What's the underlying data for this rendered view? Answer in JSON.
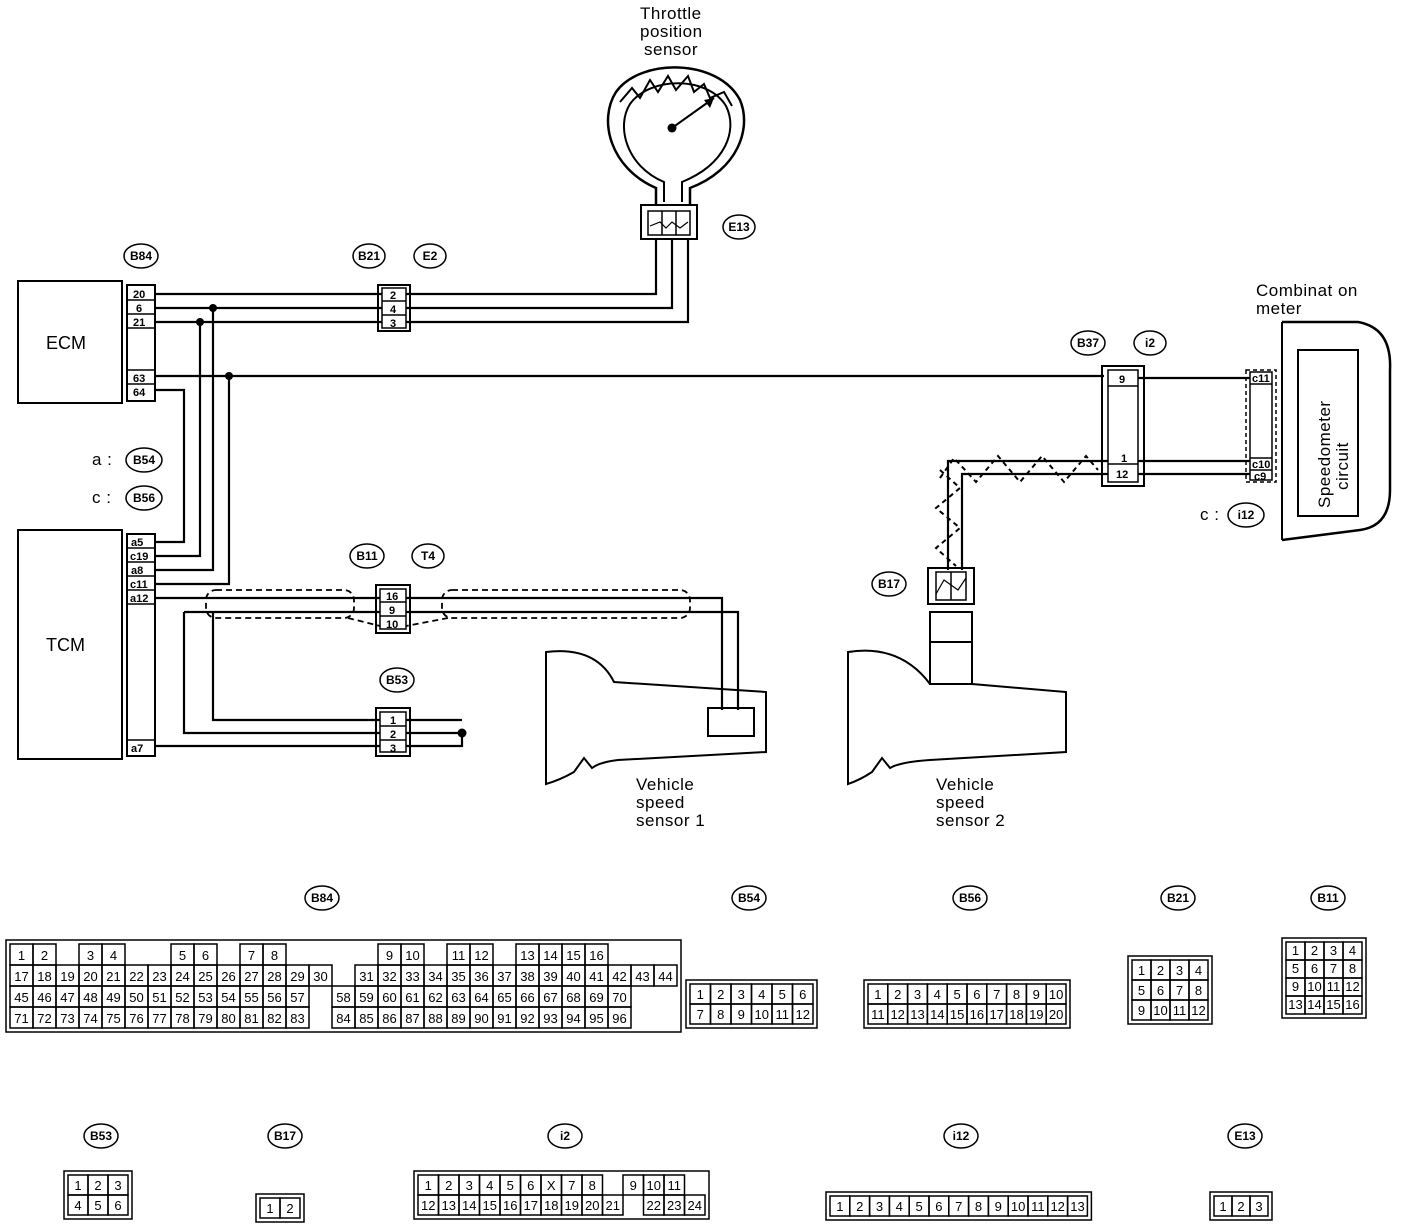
{
  "components": {
    "ecm": "ECM",
    "tcm": "TCM",
    "throttle_sensor": [
      "Throttle",
      "position",
      "sensor"
    ],
    "combination_meter": [
      "Combinat on",
      "meter"
    ],
    "speedometer": [
      "Speedometer",
      "circuit"
    ],
    "vss1": [
      "Vehicle",
      "speed",
      "sensor 1"
    ],
    "vss2": [
      "Vehicle",
      "speed",
      "sensor 2"
    ]
  },
  "wiring_tags": {
    "b84": "B84",
    "b21": "B21",
    "e2": "E2",
    "e13": "E13",
    "b37": "B37",
    "i2": "i2",
    "b11": "B11",
    "t4": "T4",
    "b53": "B53",
    "b17": "B17",
    "b54": "B54",
    "b56": "B56",
    "i12": "i12"
  },
  "legend": {
    "a_prefix": "a :",
    "a_tag": "B54",
    "c_prefix": "c :",
    "c_tag": "B56",
    "meter_prefix": "c :",
    "meter_tag": "i12"
  },
  "ecm_pins": [
    "20",
    "6",
    "21",
    "63",
    "64"
  ],
  "tcm_pins": [
    "a5",
    "c19",
    "a8",
    "c11",
    "a12",
    "a7"
  ],
  "b21_pins": [
    "2",
    "4",
    "3"
  ],
  "i2_pins": [
    "9",
    "1",
    "12"
  ],
  "meter_pins": [
    "c11",
    "c10",
    "c9"
  ],
  "b11_pins": [
    "16",
    "9",
    "10"
  ],
  "b53_pins": [
    "1",
    "2",
    "3"
  ],
  "connector_views": [
    {
      "tag": "B84",
      "rows": [
        [
          "1",
          "2",
          "",
          "3",
          "4",
          "",
          "",
          "5",
          "6",
          "",
          "7",
          "8",
          "",
          "",
          "",
          "",
          "9",
          "10",
          "",
          "11",
          "12",
          "",
          "13",
          "14",
          "15",
          "16"
        ],
        [
          "17",
          "18",
          "19",
          "20",
          "21",
          "22",
          "23",
          "24",
          "25",
          "26",
          "27",
          "28",
          "29",
          "30",
          "",
          "31",
          "32",
          "33",
          "34",
          "35",
          "36",
          "37",
          "38",
          "39",
          "40",
          "41",
          "42",
          "43",
          "44"
        ],
        [
          "45",
          "46",
          "47",
          "48",
          "49",
          "50",
          "51",
          "52",
          "53",
          "54",
          "55",
          "56",
          "57",
          "",
          "58",
          "59",
          "60",
          "61",
          "62",
          "63",
          "64",
          "65",
          "66",
          "67",
          "68",
          "69",
          "70"
        ],
        [
          "71",
          "72",
          "73",
          "74",
          "75",
          "76",
          "77",
          "78",
          "79",
          "80",
          "81",
          "82",
          "83",
          "",
          "84",
          "85",
          "86",
          "87",
          "88",
          "89",
          "90",
          "91",
          "92",
          "93",
          "94",
          "95",
          "96"
        ]
      ]
    },
    {
      "tag": "B54",
      "rows": [
        [
          "1",
          "2",
          "3",
          "4",
          "5",
          "6"
        ],
        [
          "7",
          "8",
          "9",
          "10",
          "11",
          "12"
        ]
      ]
    },
    {
      "tag": "B56",
      "rows": [
        [
          "1",
          "2",
          "3",
          "4",
          "5",
          "6",
          "7",
          "8",
          "9",
          "10"
        ],
        [
          "11",
          "12",
          "13",
          "14",
          "15",
          "16",
          "17",
          "18",
          "19",
          "20"
        ]
      ]
    },
    {
      "tag": "B21",
      "rows": [
        [
          "1",
          "2",
          "3",
          "4"
        ],
        [
          "5",
          "6",
          "7",
          "8"
        ],
        [
          "9",
          "10",
          "11",
          "12"
        ]
      ]
    },
    {
      "tag": "B11",
      "rows": [
        [
          "1",
          "2",
          "3",
          "4"
        ],
        [
          "5",
          "6",
          "7",
          "8"
        ],
        [
          "9",
          "10",
          "11",
          "12"
        ],
        [
          "13",
          "14",
          "15",
          "16"
        ]
      ]
    },
    {
      "tag": "B53",
      "rows": [
        [
          "1",
          "2",
          "3"
        ],
        [
          "4",
          "5",
          "6"
        ]
      ]
    },
    {
      "tag": "B17",
      "rows": [
        [
          "1",
          "2"
        ]
      ]
    },
    {
      "tag": "i2",
      "rows": [
        [
          "1",
          "2",
          "3",
          "4",
          "5",
          "6",
          "X",
          "7",
          "8",
          "",
          "9",
          "10",
          "11"
        ],
        [
          "12",
          "13",
          "14",
          "15",
          "16",
          "17",
          "18",
          "19",
          "20",
          "21",
          "",
          "22",
          "23",
          "24"
        ]
      ]
    },
    {
      "tag": "i12",
      "rows": [
        [
          "1",
          "2",
          "3",
          "4",
          "5",
          "6",
          "7",
          "8",
          "9",
          "10",
          "11",
          "12",
          "13"
        ]
      ]
    },
    {
      "tag": "E13",
      "rows": [
        [
          "1",
          "2",
          "3"
        ]
      ]
    }
  ]
}
